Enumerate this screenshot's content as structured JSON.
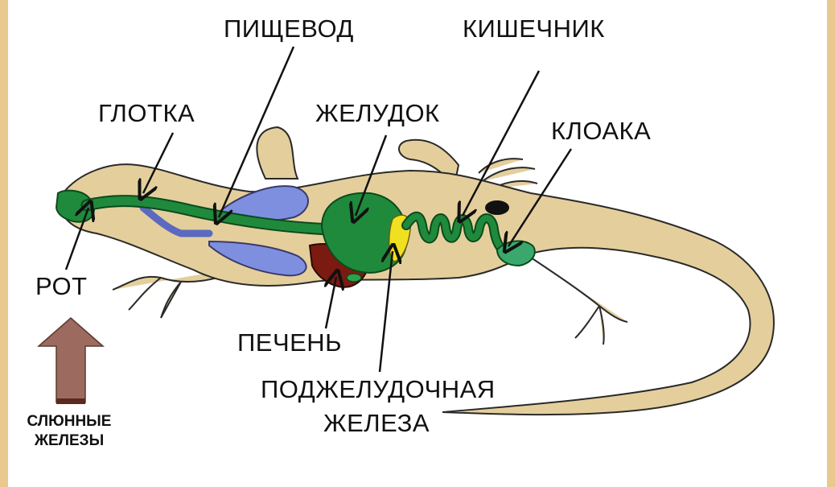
{
  "labels": {
    "esophagus": "ПИЩЕВОД",
    "intestine": "КИШЕЧНИК",
    "pharynx": "ГЛОТКА",
    "stomach": "ЖЕЛУДОК",
    "cloaca": "КЛОАКА",
    "mouth": "РОТ",
    "liver": "ПЕЧЕНЬ",
    "pancreas_line1": "ПОДЖЕЛУДОЧНАЯ",
    "pancreas_line2": "ЖЕЛЕЗА",
    "salivary_line1": "СЛЮННЫЕ",
    "salivary_line2": "ЖЕЛЕЗЫ"
  },
  "colors": {
    "body": "#e4cf9c",
    "gut": "#1f8a3c",
    "lung": "#7f8fe0",
    "liver": "#7a1a10",
    "pancreas": "#f0e020",
    "arrow_big": "#9c6a5e"
  }
}
